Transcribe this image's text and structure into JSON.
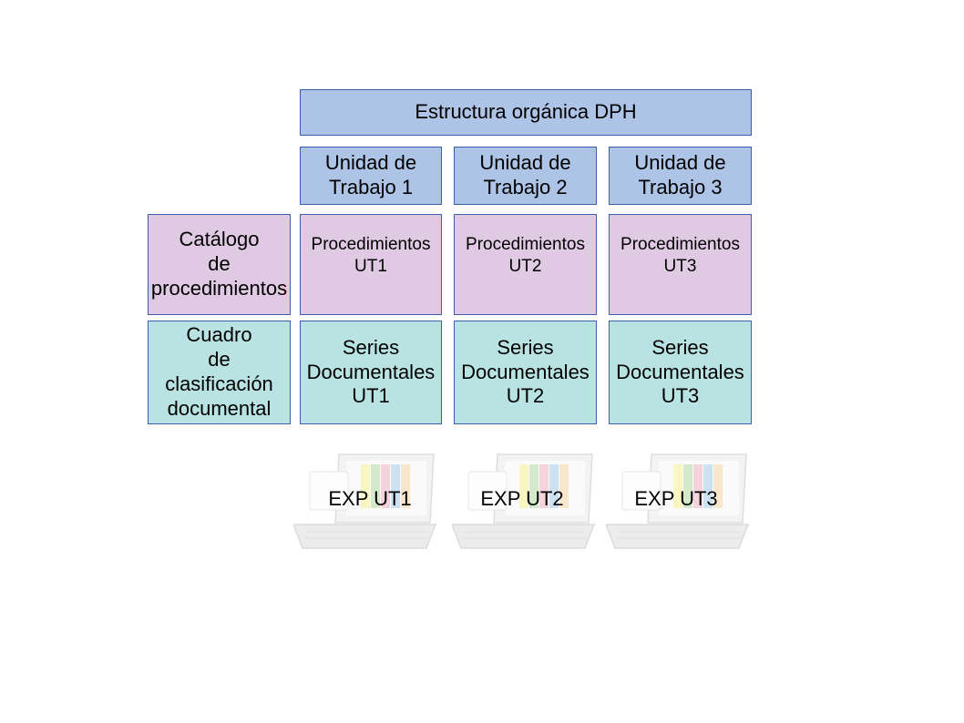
{
  "header": {
    "label": "Estructura orgánica DPH"
  },
  "units": [
    {
      "label": "Unidad de\nTrabajo 1"
    },
    {
      "label": "Unidad de\nTrabajo 2"
    },
    {
      "label": "Unidad de\nTrabajo 3"
    }
  ],
  "rows": {
    "catalog": {
      "label": "Catálogo\nde\nprocedimientos",
      "cells": [
        "Procedimientos\nUT1",
        "Procedimientos\nUT2",
        "Procedimientos\nUT3"
      ]
    },
    "classification": {
      "label": "Cuadro\nde\nclasificación\ndocumental",
      "cells": [
        "Series\nDocumentales\nUT1",
        "Series\nDocumentales\nUT2",
        "Series\nDocumentales\nUT3"
      ]
    }
  },
  "files": [
    {
      "label": "EXP UT1",
      "icon": "laptop-folders-icon"
    },
    {
      "label": "EXP UT2",
      "icon": "laptop-folders-icon"
    },
    {
      "label": "EXP UT3",
      "icon": "laptop-folders-icon"
    }
  ],
  "colors": {
    "header_fill": "#aec4e6",
    "unit_fill": "#aec4e6",
    "procedure_fill": "#e0c9e3",
    "series_fill": "#b9e3e3",
    "border": "#3b5fa8"
  }
}
